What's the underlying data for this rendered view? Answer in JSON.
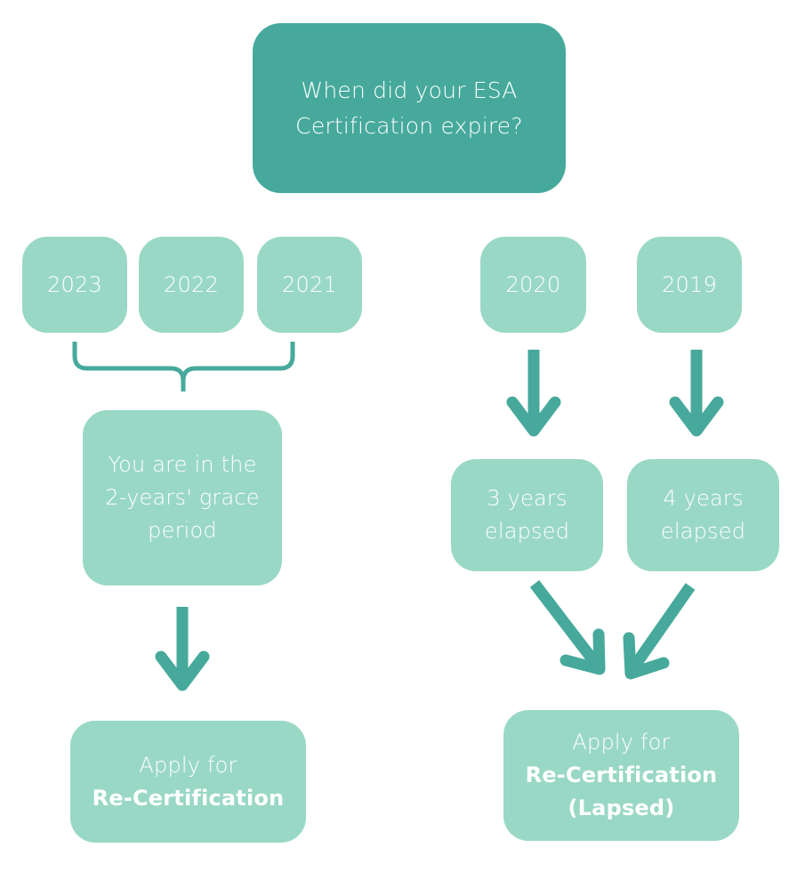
{
  "colors": {
    "primary": "#46A99B",
    "secondary": "#9AD8C6",
    "text": "#FFFFFF"
  },
  "question": {
    "lines": [
      "When did your ESA",
      "Certification expire?"
    ]
  },
  "years_grace": [
    "2023",
    "2022",
    "2021"
  ],
  "years_lapsed": [
    "2020",
    "2019"
  ],
  "grace_box": {
    "lines": [
      "You are in the",
      "2-years' grace",
      "period"
    ]
  },
  "elapsed_boxes": [
    {
      "lines": [
        "3 years",
        "elapsed"
      ]
    },
    {
      "lines": [
        "4 years",
        "elapsed"
      ]
    }
  ],
  "outcome_left": {
    "line1": "Apply for",
    "bold_lines": [
      "Re-Certification"
    ]
  },
  "outcome_right": {
    "line1": "Apply for",
    "bold_lines": [
      "Re-Certification",
      "(Lapsed)"
    ]
  },
  "connectors": {
    "grace_brace": "curly-brace",
    "arrows": [
      "down-arrow",
      "down-arrow",
      "down-arrow",
      "diagonal-down-right-arrow",
      "diagonal-down-left-arrow"
    ]
  }
}
